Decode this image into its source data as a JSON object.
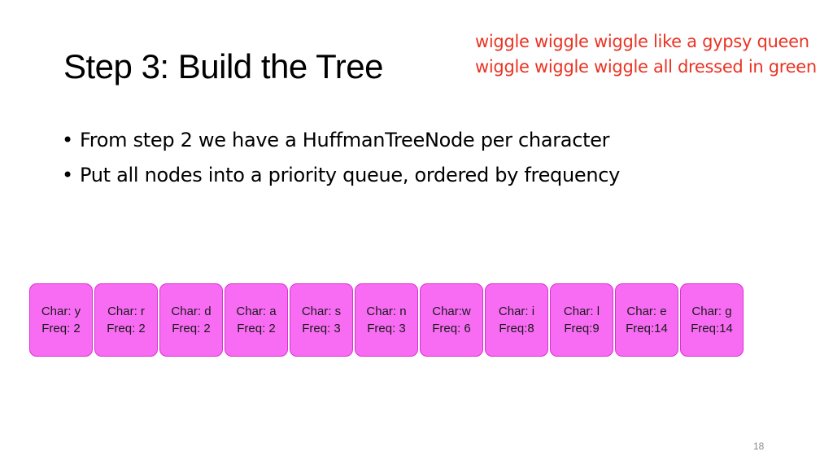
{
  "slide": {
    "title": "Step 3: Build the Tree",
    "annotation": [
      "wiggle wiggle wiggle like a gypsy queen",
      "wiggle wiggle wiggle all dressed in green"
    ],
    "bullets": [
      "From step 2 we have a HuffmanTreeNode per character",
      "Put all nodes into a priority queue, ordered by frequency"
    ],
    "nodes": [
      {
        "char": "Char: y",
        "freq": "Freq: 2"
      },
      {
        "char": "Char: r",
        "freq": "Freq: 2"
      },
      {
        "char": "Char: d",
        "freq": "Freq: 2"
      },
      {
        "char": "Char: a",
        "freq": "Freq: 2"
      },
      {
        "char": "Char: s",
        "freq": "Freq: 3"
      },
      {
        "char": "Char: n",
        "freq": "Freq: 3"
      },
      {
        "char": "Char:w",
        "freq": "Freq: 6"
      },
      {
        "char": "Char: i",
        "freq": "Freq:8"
      },
      {
        "char": "Char: l",
        "freq": "Freq:9"
      },
      {
        "char": "Char: e",
        "freq": "Freq:14"
      },
      {
        "char": "Char: g",
        "freq": "Freq:14"
      }
    ],
    "page_number": "18"
  },
  "colors": {
    "node_fill": "#f86cf4",
    "node_border": "#d632cf",
    "annotation_text": "#ea3323"
  }
}
